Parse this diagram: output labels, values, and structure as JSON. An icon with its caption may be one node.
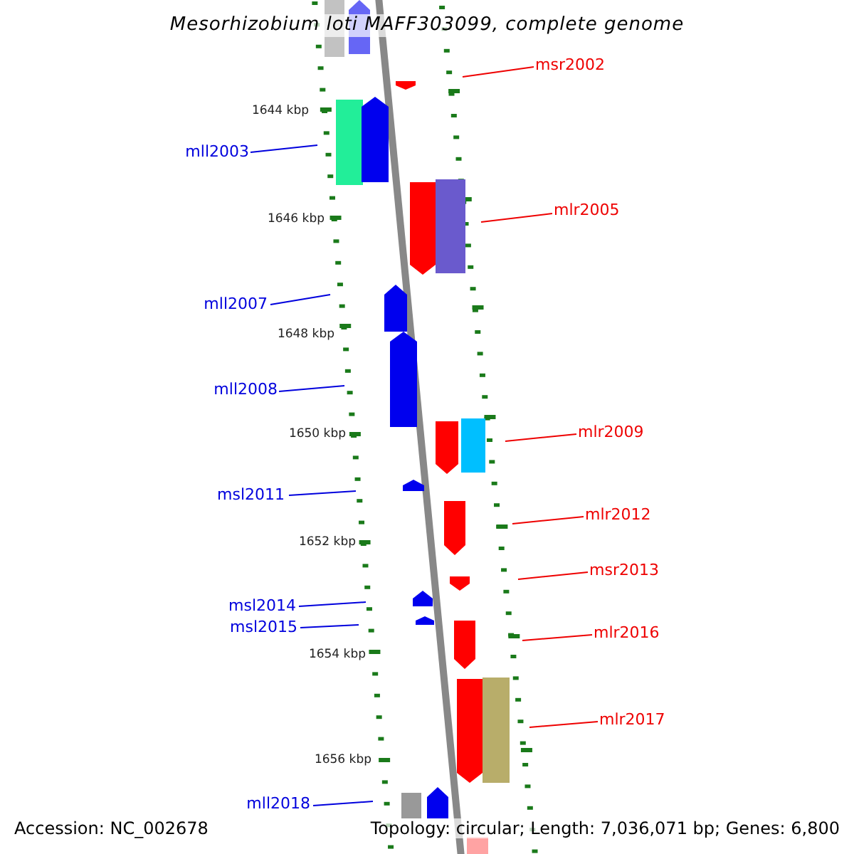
{
  "diagram": {
    "title": "Mesorhizobium loti MAFF303099, complete genome",
    "nodes": [
      {
        "text": [
          "msr2002"
        ]
      },
      {
        "text": [
          "mll2003"
        ]
      },
      {
        "text": [
          "mlr2005"
        ]
      },
      {
        "text": [
          "mll2007"
        ]
      },
      {
        "text": [
          "mll2008"
        ]
      },
      {
        "text": [
          "mlr2009"
        ]
      },
      {
        "text": [
          "msl2011"
        ]
      },
      {
        "text": [
          "mlr2012"
        ]
      },
      {
        "text": [
          "msr2013"
        ]
      },
      {
        "text": [
          "msl2014"
        ]
      },
      {
        "text": [
          "msl2015"
        ]
      },
      {
        "text": [
          "mlr2016"
        ]
      },
      {
        "text": [
          "mlr2017"
        ]
      },
      {
        "text": [
          "mll2018"
        ]
      }
    ],
    "edges": [
      {
        "from": 0,
        "to": null,
        "arrow": "none"
      },
      {
        "from": 1,
        "to": null,
        "arrow": "none",
        "color": "#0000dd"
      },
      {
        "from": 2,
        "to": null,
        "arrow": "none"
      },
      {
        "from": 3,
        "to": null,
        "arrow": "none",
        "color": "#0000dd"
      },
      {
        "from": 4,
        "to": null,
        "arrow": "none",
        "color": "#0000dd"
      },
      {
        "from": 5,
        "to": null,
        "arrow": "none"
      },
      {
        "from": 6,
        "to": null,
        "arrow": "none",
        "color": "#0000dd"
      },
      {
        "from": 7,
        "to": null,
        "arrow": "none"
      },
      {
        "from": 8,
        "to": null,
        "arrow": "none"
      },
      {
        "from": 9,
        "to": null,
        "arrow": "none",
        "color": "#0000dd"
      },
      {
        "from": 10,
        "to": null,
        "arrow": "none",
        "color": "#0000dd"
      },
      {
        "from": 11,
        "to": null,
        "arrow": "none"
      },
      {
        "from": 12,
        "to": null,
        "arrow": "none"
      },
      {
        "from": 13,
        "to": null,
        "arrow": "none",
        "color": "#0000dd"
      }
    ],
    "labels": [
      "1644 kbp",
      "1646 kbp",
      "1648 kbp",
      "1650 kbp",
      "1652 kbp",
      "1654 kbp",
      "1656 kbp",
      "Accession: NC_002678",
      "Topology: circular; Length: 7,036,071 bp; Genes: 6,800"
    ]
  }
}
